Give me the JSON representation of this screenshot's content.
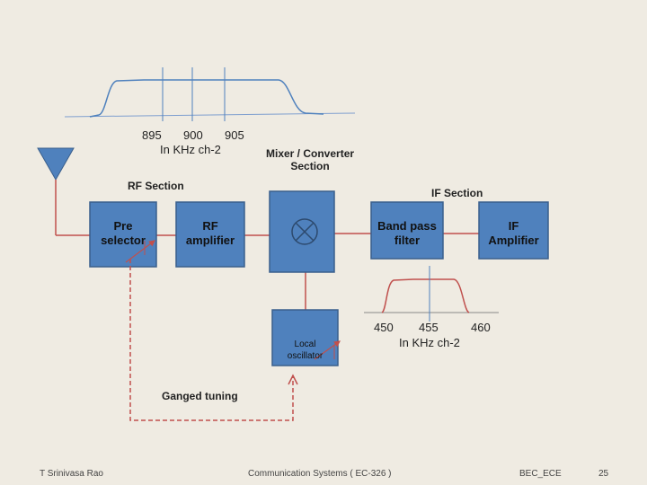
{
  "top_spectrum": {
    "freqs": [
      "895",
      "900",
      "905"
    ],
    "unit": "In KHz ch-2"
  },
  "if_spectrum": {
    "freqs": [
      "450",
      "455",
      "460"
    ],
    "unit": "In KHz ch-2"
  },
  "sections": {
    "mixer": "Mixer / Converter\nSection",
    "rf": "RF Section",
    "if": "IF Section"
  },
  "blocks": {
    "pre_selector": "Pre\nselector",
    "rf_amplifier": "RF\namplifier",
    "band_pass_filter": "Band pass\nfilter",
    "if_amplifier": "IF\nAmplifier",
    "local_oscillator": "Local\noscillator"
  },
  "ganged_tuning": "Ganged tuning",
  "footer": {
    "author": "T Srinivasa Rao",
    "course": "Communication Systems ( EC-326 )",
    "dept": "BEC_ECE",
    "page": "25"
  },
  "colors": {
    "block_fill": "#4f81bd",
    "block_stroke": "#3a5f8c",
    "signal_line": "#c0504d",
    "spectrum_curve": "#4f81bd"
  }
}
